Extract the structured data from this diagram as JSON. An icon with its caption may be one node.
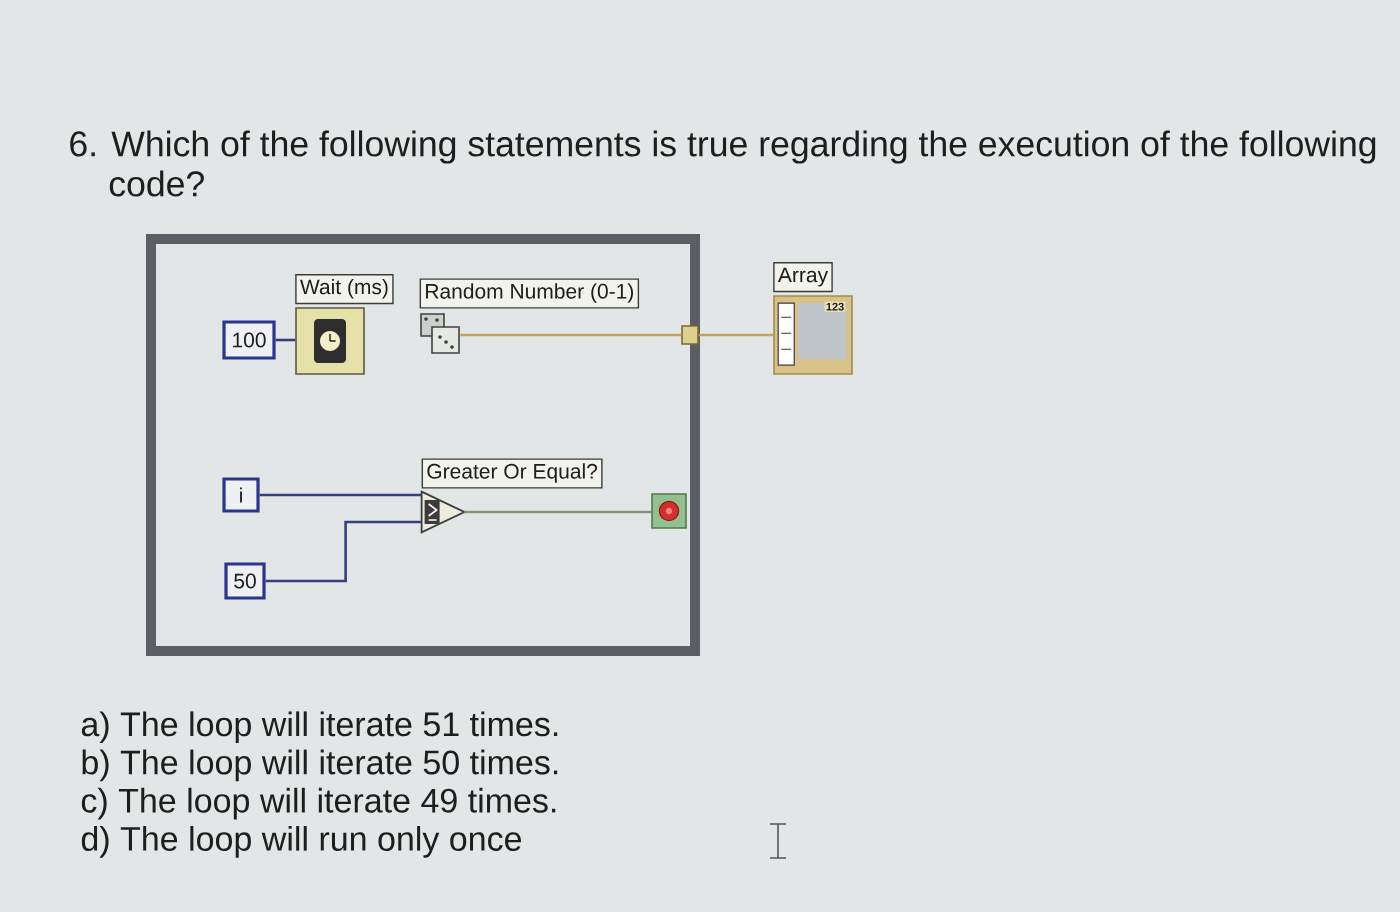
{
  "diagram": {
    "title": "6. Which of the following statements is true regarding the execution of the following code?",
    "nodes": [
      {
        "text": [],
        "shape": "box"
      },
      {
        "text": [
          "100"
        ],
        "in": 0
      },
      {
        "text": [
          "Wait (ms)"
        ],
        "in": 0
      },
      {
        "text": [
          "Random Number (0-1)"
        ],
        "in": 0
      },
      {
        "text": [
          "i"
        ],
        "in": 0
      },
      {
        "text": [
          "Greater Or Equal?"
        ],
        "in": 0
      },
      {
        "text": [
          "50"
        ],
        "in": 0
      },
      {
        "text": [],
        "shape": "box",
        "in": 0
      },
      {
        "text": [],
        "shape": "box"
      },
      {
        "text": [
          "Array",
          "123"
        ]
      }
    ],
    "edges": [
      {
        "from": 1,
        "to": 2,
        "arrow": "none"
      },
      {
        "from": 3,
        "to": 8,
        "arrow": "none",
        "color": "#c4a35a"
      },
      {
        "from": 8,
        "to": 9,
        "arrow": "none",
        "color": "#c4a35a"
      },
      {
        "from": 4,
        "to": 5,
        "arrow": "none"
      },
      {
        "from": 6,
        "to": 5,
        "arrow": "none"
      },
      {
        "from": 5,
        "to": 7,
        "arrow": "none",
        "color": "#7d9a78"
      }
    ],
    "labels": [
      "a) The loop will iterate 51 times.",
      "b) The loop will iterate 50 times.",
      "c) The loop will iterate 49 times.",
      "d) The loop will run only once"
    ]
  }
}
